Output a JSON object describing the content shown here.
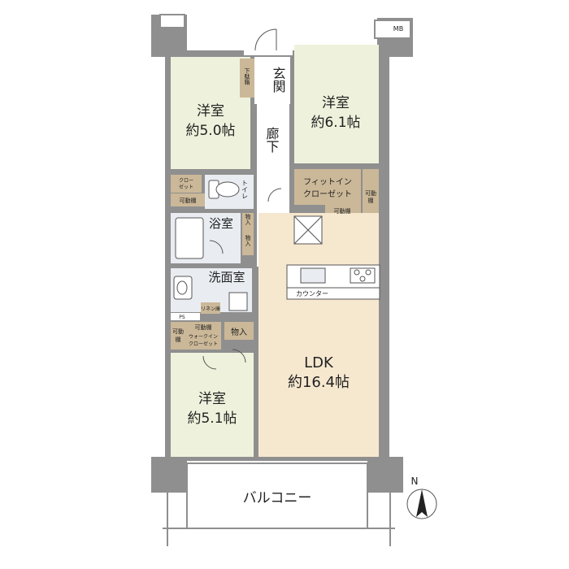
{
  "rooms": {
    "bedroom_nw": {
      "name": "洋室",
      "size": "約5.0帖"
    },
    "bedroom_ne": {
      "name": "洋室",
      "size": "約6.1帖"
    },
    "bedroom_sw": {
      "name": "洋室",
      "size": "約5.1帖"
    },
    "ldk": {
      "name": "LDK",
      "size": "約16.4帖"
    },
    "entrance": "玄関",
    "hallway": "廊下",
    "bathroom": "浴室",
    "washroom": "洗面室",
    "toilet": "トイレ",
    "balcony": "バルコニー"
  },
  "storage": {
    "shoe_box": "下駄箱",
    "closet_line1": "クロー",
    "closet_line2": "ゼット",
    "shelf_nw": "可動棚",
    "fitin_line1": "フィットイン",
    "fitin_line2": "クローゼット",
    "fitin_shelf_line1": "可動",
    "fitin_shelf_line2": "棚",
    "fitin_bottom_shelf": "可動棚",
    "mono_upper": "物入",
    "mono_lower": "物入",
    "mono_ldk": "物入",
    "linen": "リネン庫",
    "ps": "PS",
    "wic_shelf_line1": "可動",
    "wic_shelf_line2": "棚",
    "wic_top_shelf": "可動棚",
    "wic_line1": "ウォークイン",
    "wic_line2": "クローゼット"
  },
  "kitchen": {
    "counter": "カウンター"
  },
  "labels": {
    "mb": "MB",
    "north": "N"
  },
  "colors": {
    "wall": "#8f8f8f",
    "room_green": "#eef2dc",
    "ldk_beige": "#f6e8cf",
    "wet_area": "#e9edf2",
    "storage_brown": "#cbb898",
    "floor_white": "#ffffff"
  }
}
